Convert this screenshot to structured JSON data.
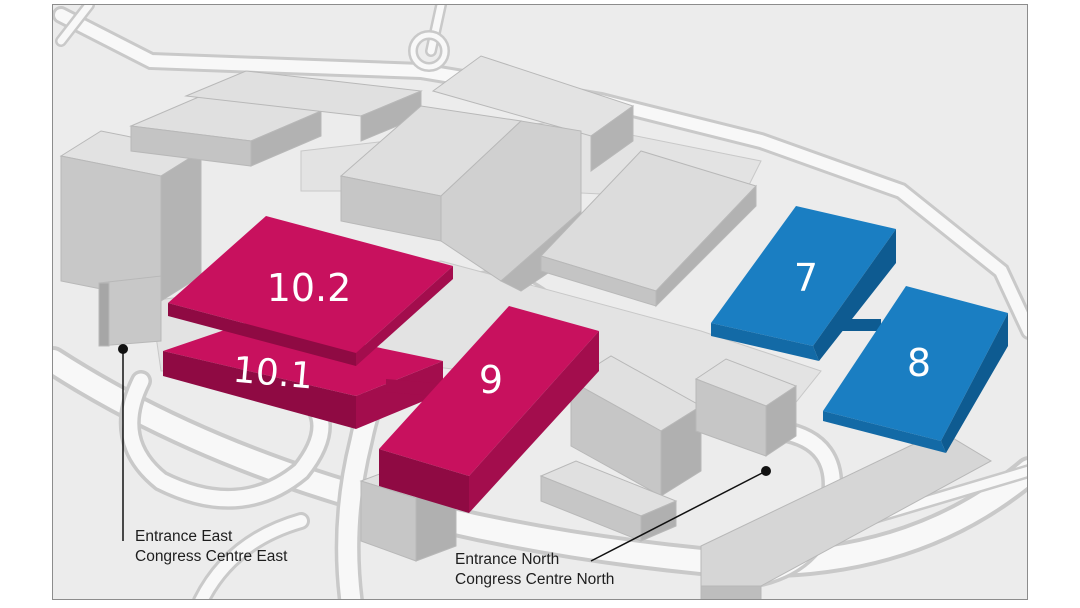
{
  "halls": [
    {
      "id": "10.2",
      "label": "10.2",
      "color": "#c8115e"
    },
    {
      "id": "10.1",
      "label": "10.1",
      "color": "#c8115e"
    },
    {
      "id": "9",
      "label": "9",
      "color": "#c8115e"
    },
    {
      "id": "7",
      "label": "7",
      "color": "#1a7ec2"
    },
    {
      "id": "8",
      "label": "8",
      "color": "#1a7ec2"
    }
  ],
  "entrances": [
    {
      "line1": "Entrance East",
      "line2": "Congress Centre East"
    },
    {
      "line1": "Entrance North",
      "line2": "Congress Centre North"
    }
  ],
  "colors": {
    "highlight_magenta": "#c8115e",
    "highlight_blue": "#1a7ec2",
    "building_gray": "#d4d4d4",
    "ground": "#ececec",
    "road": "#f8f8f8"
  }
}
